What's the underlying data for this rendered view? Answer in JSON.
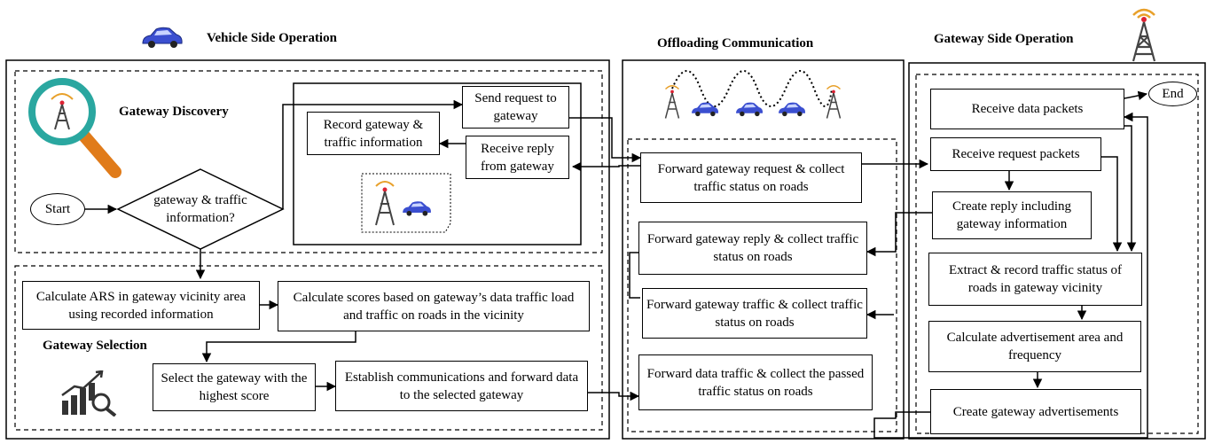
{
  "headings": {
    "vehicle": "Vehicle Side Operation",
    "offloading": "Offloading Communication",
    "gateway": "Gateway Side Operation",
    "discovery": "Gateway Discovery",
    "selection": "Gateway Selection"
  },
  "vehicle": {
    "start": "Start",
    "decision": "gateway & traffic information?",
    "send_request": "Send request to gateway",
    "record": "Record gateway & traffic information",
    "receive_reply": "Receive reply from gateway",
    "calc_ars": "Calculate ARS in gateway vicinity area using recorded information",
    "calc_scores": "Calculate scores based on gateway’s data traffic load and traffic on roads in the vicinity",
    "select_gateway": "Select the gateway with the highest score",
    "establish": "Establish communications and forward data to the selected gateway"
  },
  "offloading": {
    "fwd_request": "Forward gateway request & collect traffic status on roads",
    "fwd_reply": "Forward gateway reply & collect traffic status on roads",
    "fwd_traffic": "Forward gateway traffic & collect traffic status on roads",
    "fwd_data": "Forward data traffic & collect the passed traffic status on roads"
  },
  "gateway": {
    "end": "End",
    "receive_data": "Receive data packets",
    "receive_request": "Receive request packets",
    "create_reply": "Create reply including gateway information",
    "extract": "Extract & record traffic status of roads in gateway vicinity",
    "calc_adv": "Calculate advertisement area and frequency",
    "create_adv": "Create gateway advertisements"
  },
  "icons": [
    "car-icon",
    "tower-icon",
    "magnifier-icon",
    "growth-chart-icon"
  ],
  "colors": {
    "car_blue": "#3b4fd0",
    "tower_orange": "#e8a02a",
    "magnifier_teal": "#2aa7a0",
    "handle_orange": "#e07b1a"
  }
}
